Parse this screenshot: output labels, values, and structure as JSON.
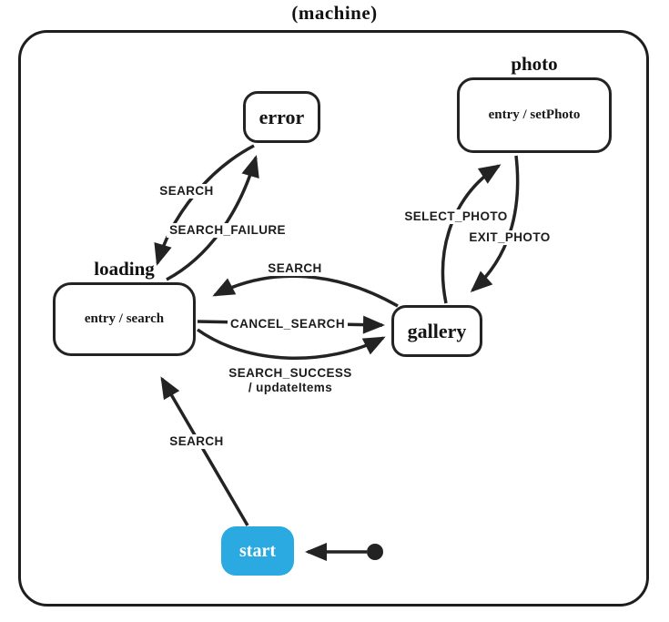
{
  "title": "(machine)",
  "colors": {
    "stroke": "#232323",
    "start_fill": "#2BAAE2",
    "start_text": "#ffffff",
    "background": "#ffffff"
  },
  "states": [
    {
      "id": "photo",
      "label": "photo",
      "entry": "entry / setPhoto"
    },
    {
      "id": "error",
      "label": "error"
    },
    {
      "id": "loading",
      "label": "loading",
      "entry": "entry / search"
    },
    {
      "id": "gallery",
      "label": "gallery"
    },
    {
      "id": "start",
      "label": "start"
    }
  ],
  "initial": {
    "to": "start"
  },
  "transitions": [
    {
      "from": "error",
      "to": "loading",
      "label": "SEARCH"
    },
    {
      "from": "loading",
      "to": "error",
      "label": "SEARCH_FAILURE"
    },
    {
      "from": "gallery",
      "to": "loading",
      "label": "SEARCH"
    },
    {
      "from": "loading",
      "to": "gallery",
      "label": "CANCEL_SEARCH"
    },
    {
      "from": "loading",
      "to": "gallery",
      "label": "SEARCH_SUCCESS",
      "action": "/ updateItems"
    },
    {
      "from": "gallery",
      "to": "photo",
      "label": "SELECT_PHOTO"
    },
    {
      "from": "photo",
      "to": "gallery",
      "label": "EXIT_PHOTO"
    },
    {
      "from": "start",
      "to": "loading",
      "label": "SEARCH"
    }
  ]
}
